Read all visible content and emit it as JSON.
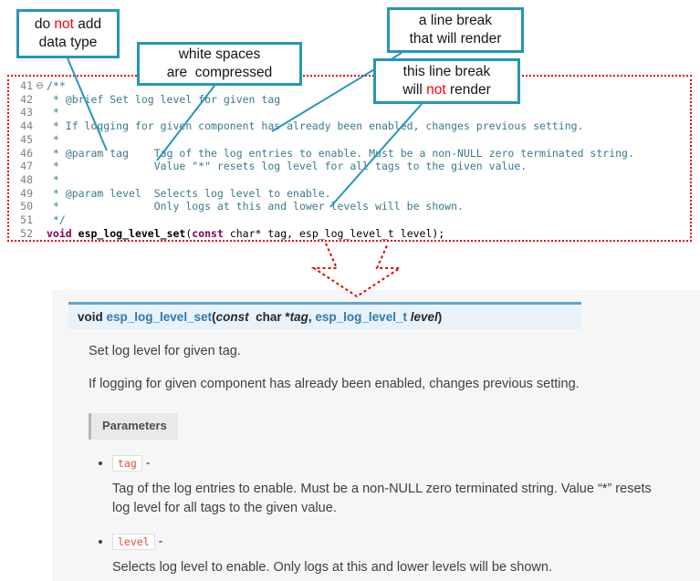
{
  "colors": {
    "callout_teal": "#2596b8",
    "alert_red": "#ff0000",
    "dotted_red": "#e60000",
    "comment_teal": "#3a7a8c",
    "keyword_purple": "#7f0055",
    "sig_background": "#e7f2fa",
    "sig_top_border": "#61a4cc",
    "chip_red": "#e74c3c",
    "docs_background": "#f6f6f6"
  },
  "callouts": {
    "no_datatype": {
      "pre": "do ",
      "em": "not",
      "post": " add\ndata type"
    },
    "whitespace": "white spaces\nare  compressed",
    "linebreak_render": "a line break\nthat will render",
    "linebreak_norender": {
      "pre": "this line break\nwill ",
      "em": "not",
      "post": " render"
    }
  },
  "editor": {
    "lines": [
      {
        "num": "41",
        "fold": "⊖",
        "code": "/**"
      },
      {
        "num": "42",
        "fold": "",
        "code": " * @brief Set log level for given tag"
      },
      {
        "num": "43",
        "fold": "",
        "code": " *"
      },
      {
        "num": "44",
        "fold": "",
        "code": " * If logging for given component has already been enabled, changes previous setting."
      },
      {
        "num": "45",
        "fold": "",
        "code": " *"
      },
      {
        "num": "46",
        "fold": "",
        "code": " * @param tag    Tag of the log entries to enable. Must be a non-NULL zero terminated string."
      },
      {
        "num": "47",
        "fold": "",
        "code": " *               Value \"*\" resets log level for all tags to the given value."
      },
      {
        "num": "48",
        "fold": "",
        "code": " *"
      },
      {
        "num": "49",
        "fold": "",
        "code": " * @param level  Selects log level to enable."
      },
      {
        "num": "50",
        "fold": "",
        "code": " *               Only logs at this and lower levels will be shown."
      },
      {
        "num": "51",
        "fold": "",
        "code": " */"
      }
    ],
    "decl": {
      "num": "52",
      "kw1": "void",
      "sp1": " ",
      "name": "esp_log_level_set",
      "open": "(",
      "kw2": "const",
      "rest": " char* tag, esp_log_level_t level);"
    }
  },
  "docs": {
    "signature": {
      "kw": "void ",
      "name": "esp_log_level_set",
      "open": "(",
      "const_kw": "const ",
      "type1": " char *",
      "param1": "tag",
      "comma": ", ",
      "type2": "esp_log_level_t ",
      "param2": "level",
      "close": ")"
    },
    "p1": "Set log level for given tag.",
    "p2": "If logging for given component has already been enabled, changes previous setting.",
    "parameters_label": "Parameters",
    "params": [
      {
        "name": "tag",
        "dash": " - ",
        "desc": "Tag of the log entries to enable. Must be a non-NULL zero terminated string. Value “*” resets log level for all tags to the given value."
      },
      {
        "name": "level",
        "dash": " - ",
        "desc": "Selects log level to enable. Only logs at this and lower levels will be shown."
      }
    ]
  }
}
